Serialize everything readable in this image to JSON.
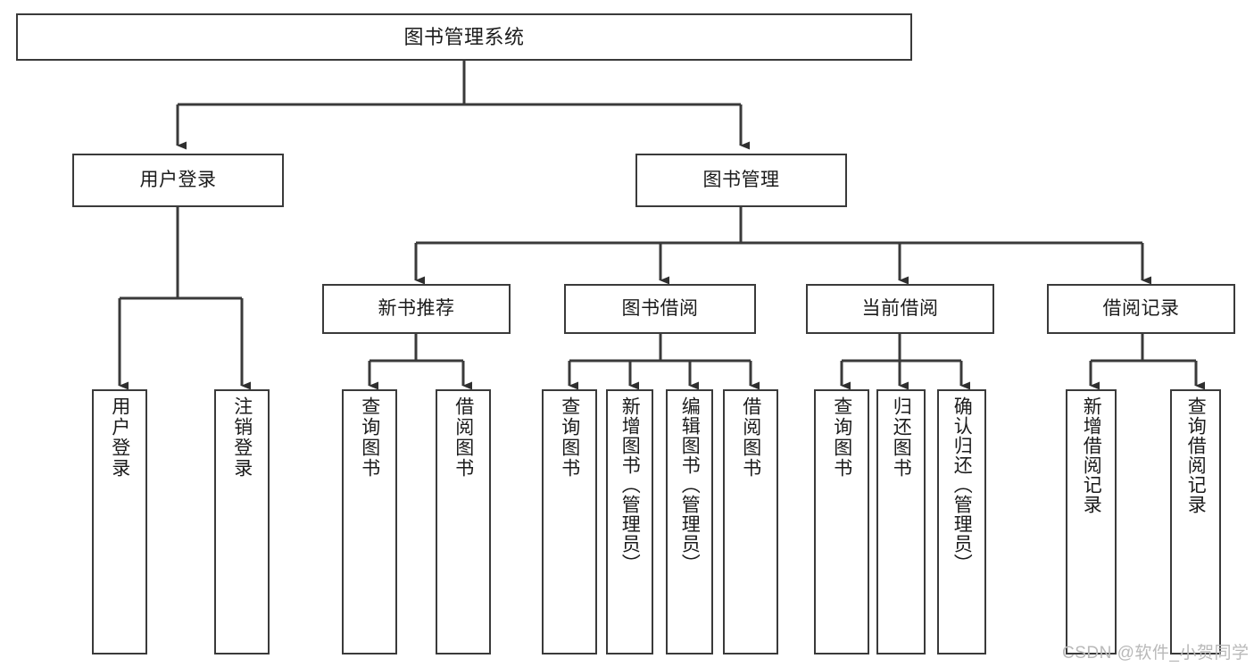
{
  "diagram": {
    "type": "tree",
    "title": "图书管理系统",
    "background": "#ffffff",
    "line_color": "#3a3a3a",
    "text_color": "#1b1b1b",
    "nodes": {
      "root": {
        "label": "图书管理系统"
      },
      "level1": [
        {
          "label": "用户登录"
        },
        {
          "label": "图书管理"
        }
      ],
      "level2": [
        {
          "label": "新书推荐"
        },
        {
          "label": "图书借阅"
        },
        {
          "label": "当前借阅"
        },
        {
          "label": "借阅记录"
        }
      ],
      "leaves_user_login": [
        {
          "label": "用户登录"
        },
        {
          "label": "注销登录"
        }
      ],
      "leaves_new_book": [
        {
          "label": "查询图书"
        },
        {
          "label": "借阅图书"
        }
      ],
      "leaves_borrow": [
        {
          "label": "查询图书"
        },
        {
          "label": "新增图书（管理员）"
        },
        {
          "label": "编辑图书（管理员）"
        },
        {
          "label": "借阅图书"
        }
      ],
      "leaves_current": [
        {
          "label": "查询图书"
        },
        {
          "label": "归还图书"
        },
        {
          "label": "确认归还（管理员）"
        }
      ],
      "leaves_records": [
        {
          "label": "新增借阅记录"
        },
        {
          "label": "查询借阅记录"
        }
      ]
    }
  },
  "watermark": {
    "text": "CSDN @软件_小贺同学"
  }
}
